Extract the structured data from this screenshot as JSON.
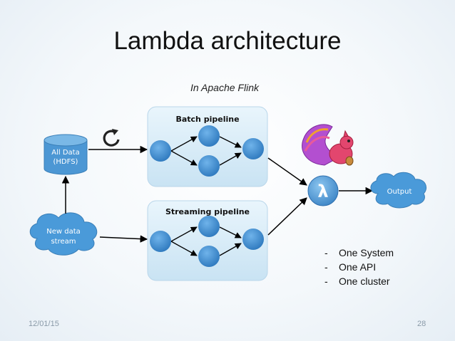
{
  "slide": {
    "title": "Lambda architecture",
    "subtitle": "In Apache Flink",
    "date": "12/01/15",
    "page_number": "28"
  },
  "diagram": {
    "batch_pipeline_label": "Batch pipeline",
    "streaming_pipeline_label": "Streaming pipeline",
    "all_data_line1": "All Data",
    "all_data_line2": "(HDFS)",
    "new_data_line1": "New data",
    "new_data_line2": "stream",
    "lambda_symbol": "λ",
    "output_label": "Output",
    "colors": {
      "pipeline_fill": "#dbeef9",
      "node_fill": "#3a86c8",
      "cloud_fill": "#4a9ad9",
      "arrow": "#000000"
    },
    "icons": [
      "refresh-icon",
      "flink-squirrel-logo"
    ]
  },
  "bullets": [
    "One System",
    "One API",
    "One cluster"
  ]
}
